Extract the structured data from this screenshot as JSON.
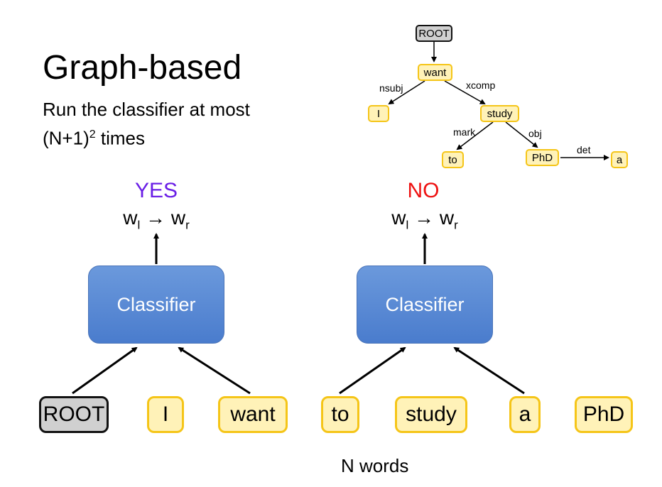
{
  "title": "Graph-based",
  "subtitle_line1": "Run the classifier at most",
  "subtitle_line2_prefix": "(N+1)",
  "subtitle_line2_sup": "2",
  "subtitle_line2_suffix": " times",
  "left_panel": {
    "decision": "YES",
    "arrow_w": "w",
    "arrow_l": "l",
    "arrow_symbol": " → ",
    "arrow_r": "r",
    "classifier_label": "Classifier"
  },
  "right_panel": {
    "decision": "NO",
    "arrow_w": "w",
    "arrow_l": "l",
    "arrow_symbol": " → ",
    "arrow_r": "r",
    "classifier_label": "Classifier"
  },
  "words": [
    "ROOT",
    "I",
    "want",
    "to",
    "study",
    "a",
    "PhD"
  ],
  "footer": "N words",
  "tree": {
    "nodes": [
      "ROOT",
      "want",
      "I",
      "study",
      "to",
      "PhD",
      "a"
    ],
    "labels": {
      "nsubj": "nsubj",
      "xcomp": "xcomp",
      "mark": "mark",
      "obj": "obj",
      "det": "det"
    }
  },
  "colors": {
    "yes": "#6a1fe6",
    "no": "#ee1111",
    "classifier": "#4a7ccd",
    "word_fill": "#fff2b8",
    "word_border": "#f5c518",
    "root_fill": "#d0d0d0"
  }
}
